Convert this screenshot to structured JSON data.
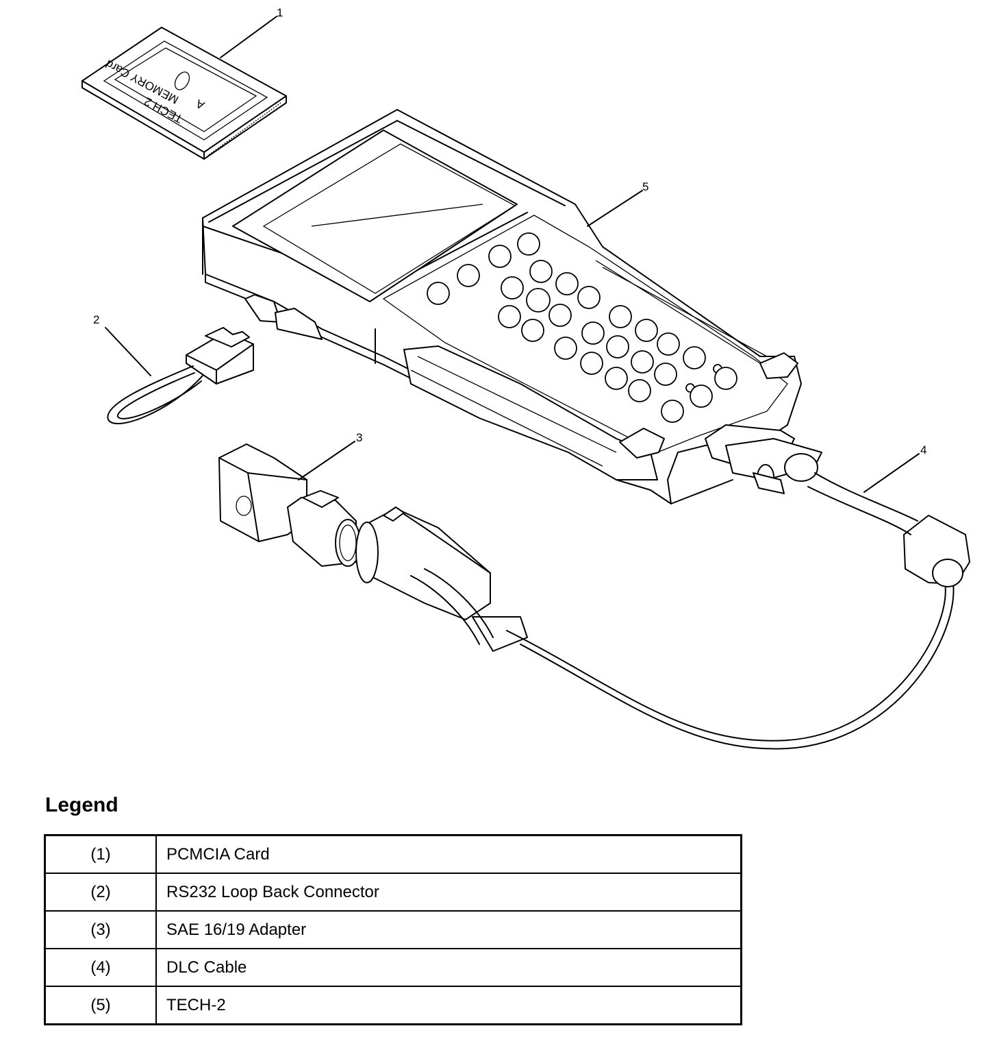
{
  "diagram": {
    "callouts": [
      {
        "id": "1",
        "label": "1"
      },
      {
        "id": "2",
        "label": "2"
      },
      {
        "id": "3",
        "label": "3"
      },
      {
        "id": "4",
        "label": "4"
      },
      {
        "id": "5",
        "label": "5"
      }
    ],
    "card_text": {
      "brand": "TECH 2",
      "sub": "MEMORY Card",
      "mark": "A"
    }
  },
  "legend": {
    "title": "Legend",
    "rows": [
      {
        "num": "(1)",
        "desc": "PCMCIA Card"
      },
      {
        "num": "(2)",
        "desc": "RS232 Loop Back Connector"
      },
      {
        "num": "(3)",
        "desc": "SAE 16/19 Adapter"
      },
      {
        "num": "(4)",
        "desc": "DLC Cable"
      },
      {
        "num": "(5)",
        "desc": "TECH-2"
      }
    ]
  }
}
